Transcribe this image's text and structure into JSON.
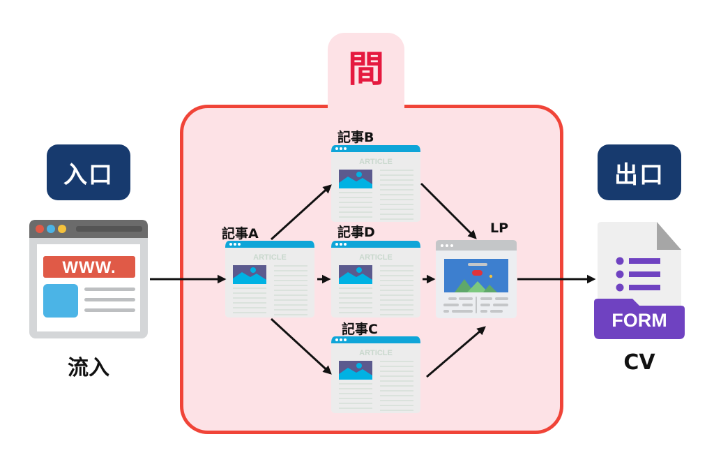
{
  "middle": {
    "title": "間"
  },
  "entrance": {
    "badge": "入口",
    "caption": "流入",
    "browser_url_text": "WWW."
  },
  "exit": {
    "badge": "出口",
    "caption": "CV",
    "form_text": "FORM"
  },
  "articles": [
    {
      "id": "A",
      "label": "記事A",
      "heading": "ARTICLE"
    },
    {
      "id": "B",
      "label": "記事B",
      "heading": "ARTICLE"
    },
    {
      "id": "D",
      "label": "記事D",
      "heading": "ARTICLE"
    },
    {
      "id": "C",
      "label": "記事C",
      "heading": "ARTICLE"
    }
  ],
  "lp": {
    "label": "LP"
  },
  "colors": {
    "navy": "#173a6e",
    "red_border": "#f04438",
    "pink_fill": "#fde2e6",
    "title_red": "#e5193f",
    "article_bar": "#0ea5d8",
    "image_purple": "#5b5a8e",
    "image_cyan": "#00b2e3",
    "form_purple": "#6f42c1",
    "url_red": "#e05a47",
    "browser_dark": "#6b6b6b"
  },
  "icons": {
    "entrance": "browser-window-icon",
    "exit": "form-document-icon",
    "article": "article-page-icon",
    "lp": "landing-page-icon"
  }
}
